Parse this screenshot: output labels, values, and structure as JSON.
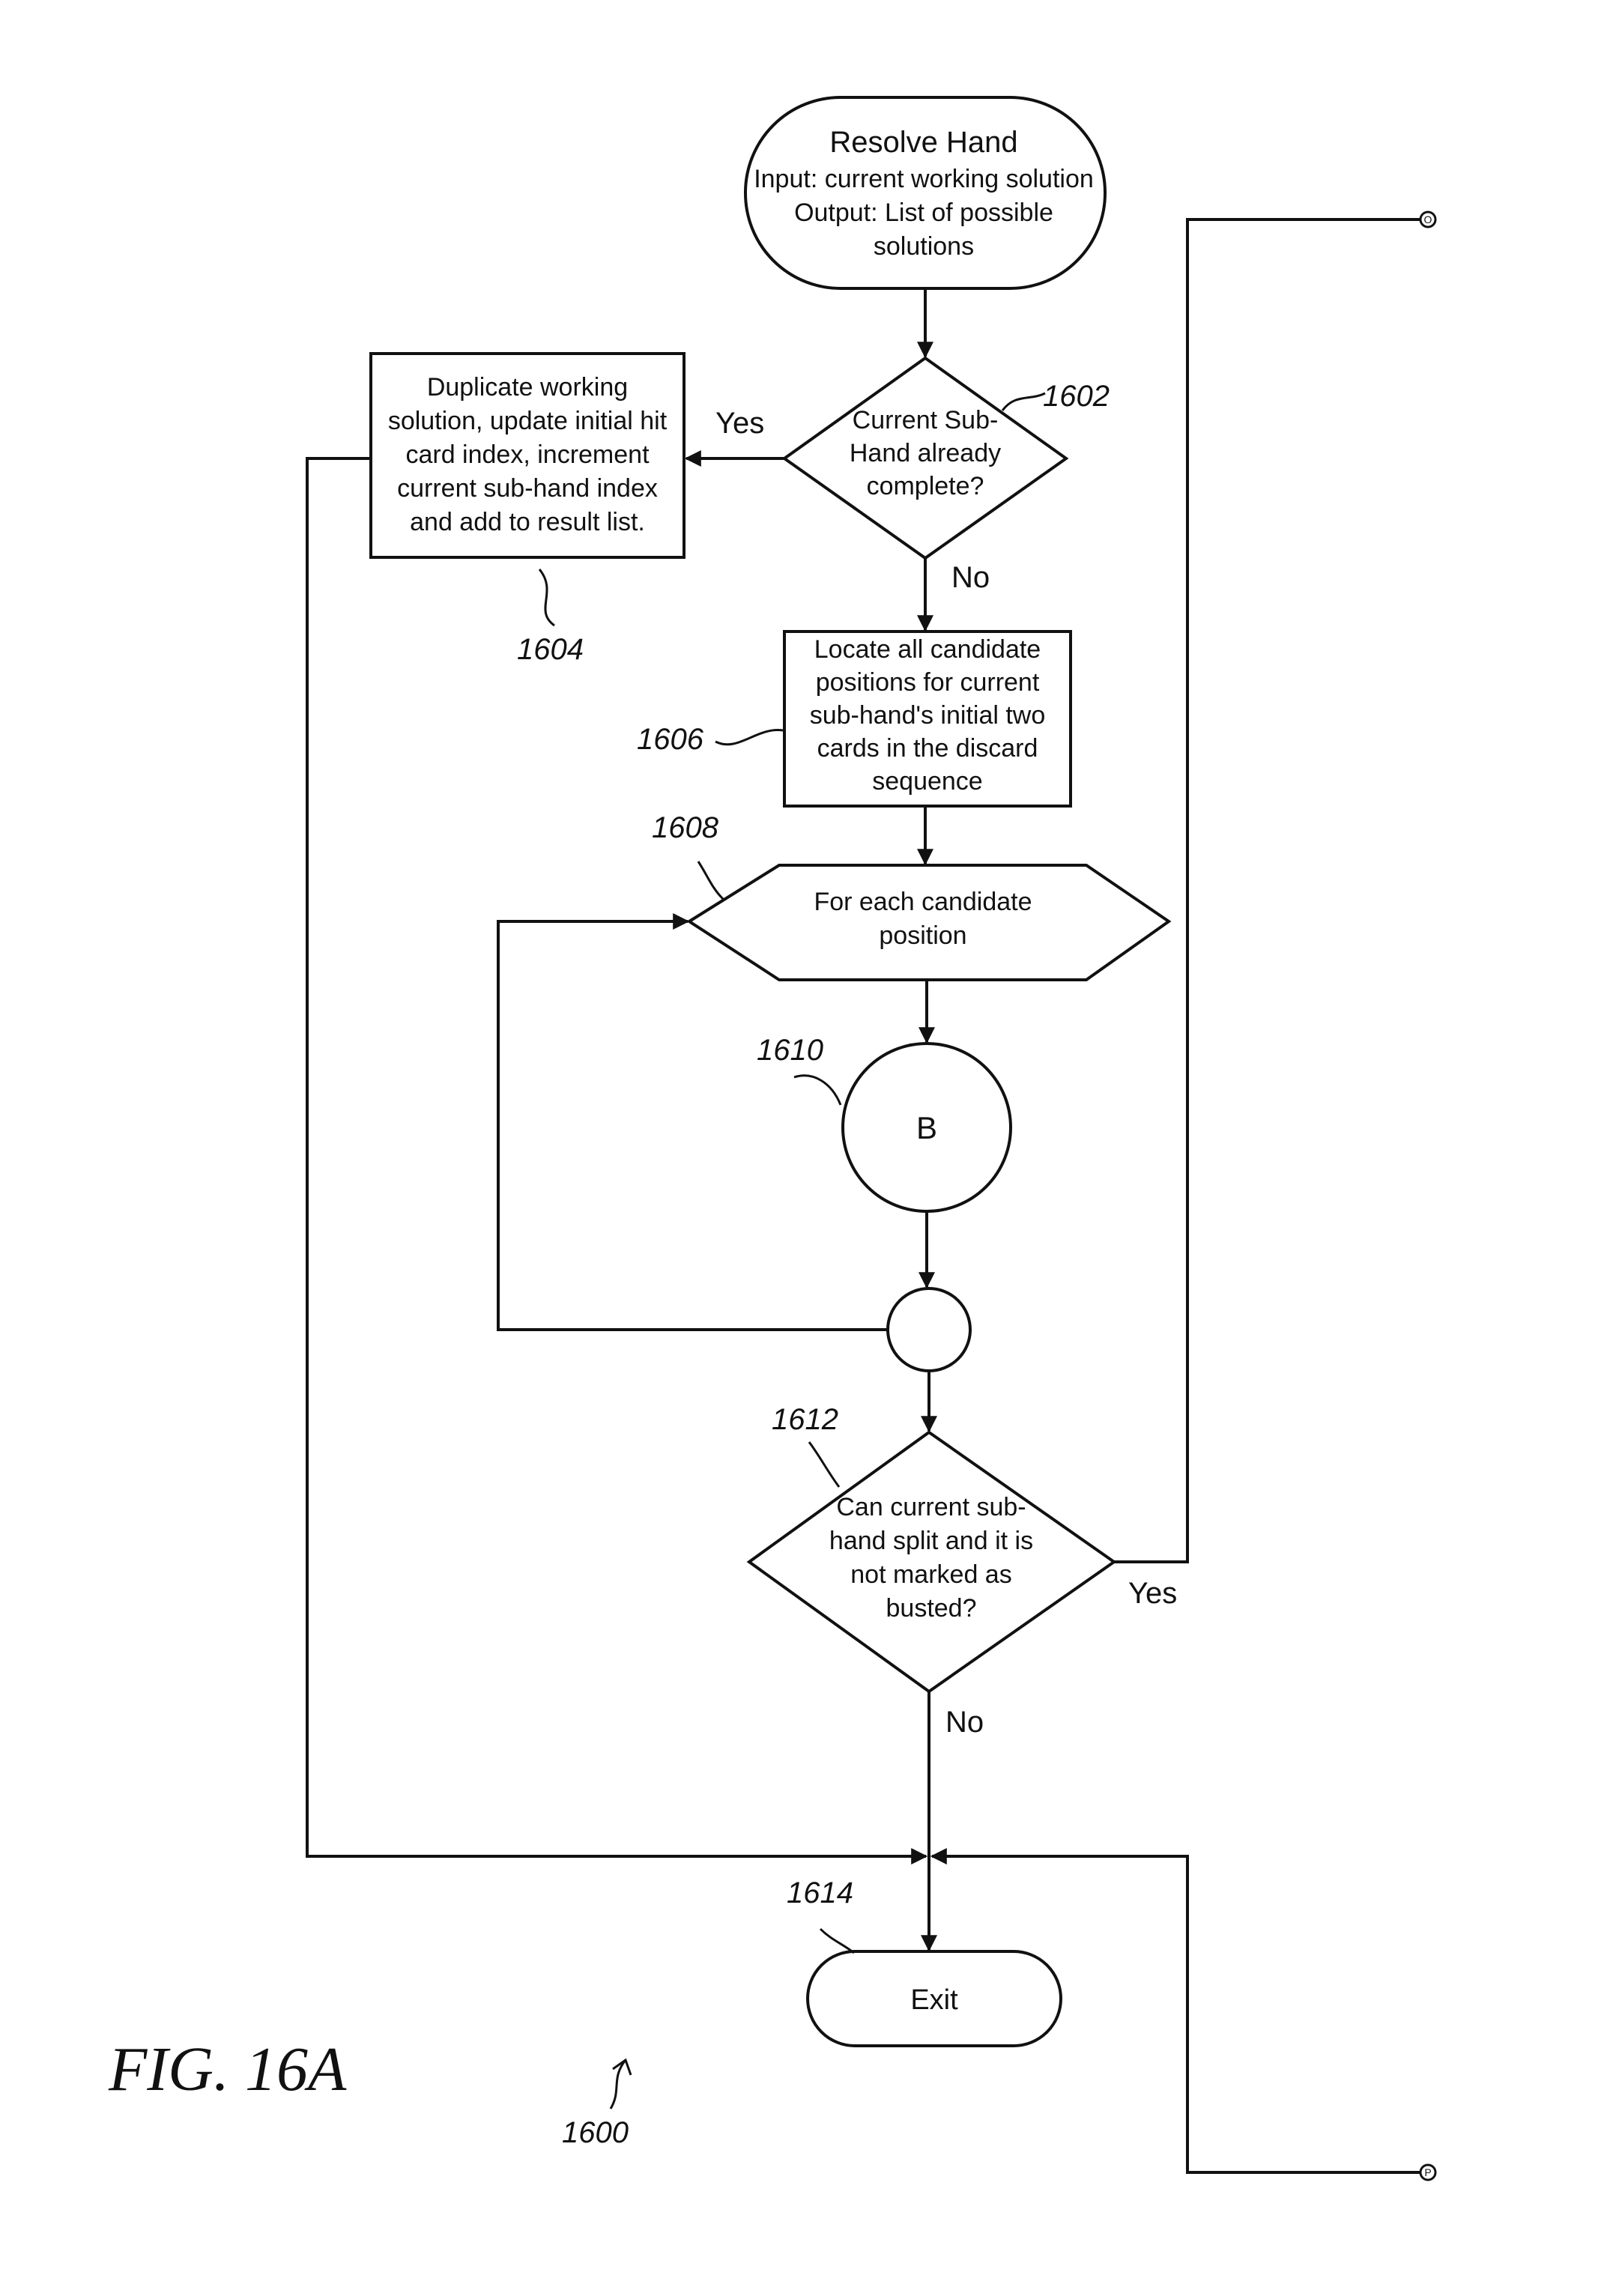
{
  "figure": {
    "label": "FIG. 16A",
    "ref": "1600"
  },
  "nodes": {
    "start": {
      "lines": [
        "Resolve Hand",
        "Input: current working solution",
        "Output: List of possible",
        "solutions"
      ]
    },
    "decision_1602": {
      "ref": "1602",
      "lines": [
        "Current Sub-",
        "Hand already",
        "complete?"
      ],
      "yes_label": "Yes",
      "no_label": "No"
    },
    "box_1604": {
      "ref": "1604",
      "lines": [
        "Duplicate working",
        "solution, update initial hit",
        "card index, increment",
        "current sub-hand index",
        "and add to result list."
      ]
    },
    "box_1606": {
      "ref": "1606",
      "lines": [
        "Locate all candidate",
        "positions for current",
        "sub-hand's initial two",
        "cards in the discard",
        "sequence"
      ]
    },
    "loop_1608": {
      "ref": "1608",
      "lines": [
        "For each candidate",
        "position"
      ]
    },
    "circle_1610": {
      "ref": "1610",
      "label": "B"
    },
    "decision_1612": {
      "ref": "1612",
      "lines": [
        "Can current sub-",
        "hand split and it is",
        "not marked as",
        "busted?"
      ],
      "yes_label": "Yes",
      "no_label": "No"
    },
    "exit_1614": {
      "ref": "1614",
      "label": "Exit"
    }
  },
  "connectors": {
    "top": "O",
    "bottom": "P"
  }
}
